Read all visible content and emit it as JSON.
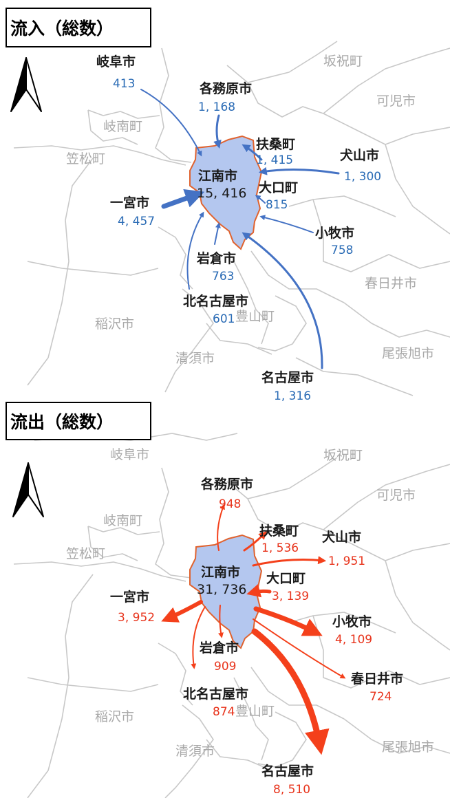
{
  "colors": {
    "inflow": "#4472c4",
    "outflow": "#f4401b",
    "inflow_text": "#2a6bb5",
    "outflow_text": "#e8341c",
    "center_fill": "#b4c7ef",
    "center_edge": "#e0622e",
    "basemap_label": "#a9a9a9"
  },
  "icons": {
    "north_arrow": "north-arrow-icon"
  },
  "inflow": {
    "title": "流入（総数）",
    "center": {
      "name": "江南市",
      "value": "15, 416"
    },
    "background_labels": [
      "坂祝町",
      "可児市",
      "岐南町",
      "笠松町",
      "春日井市",
      "稲沢市",
      "豊山町",
      "清須市",
      "尾張旭市"
    ],
    "flows": [
      {
        "name": "岐阜市",
        "value": "413"
      },
      {
        "name": "各務原市",
        "value": "1, 168"
      },
      {
        "name": "扶桑町",
        "value": "1, 415"
      },
      {
        "name": "犬山市",
        "value": "1, 300"
      },
      {
        "name": "大口町",
        "value": "815"
      },
      {
        "name": "一宮市",
        "value": "4, 457"
      },
      {
        "name": "小牧市",
        "value": "758"
      },
      {
        "name": "岩倉市",
        "value": "763"
      },
      {
        "name": "北名古屋市",
        "value": "601"
      },
      {
        "name": "名古屋市",
        "value": "1, 316"
      }
    ]
  },
  "outflow": {
    "title": "流出（総数）",
    "center": {
      "name": "江南市",
      "value": "31, 736"
    },
    "background_labels": [
      "岐阜市",
      "坂祝町",
      "可児市",
      "岐南町",
      "笠松町",
      "稲沢市",
      "豊山町",
      "清須市",
      "尾張旭市"
    ],
    "flows": [
      {
        "name": "各務原市",
        "value": "948"
      },
      {
        "name": "扶桑町",
        "value": "1, 536"
      },
      {
        "name": "犬山市",
        "value": "1, 951"
      },
      {
        "name": "大口町",
        "value": "3, 139"
      },
      {
        "name": "一宮市",
        "value": "3, 952"
      },
      {
        "name": "小牧市",
        "value": "4, 109"
      },
      {
        "name": "岩倉市",
        "value": "909"
      },
      {
        "name": "春日井市",
        "value": "724"
      },
      {
        "name": "北名古屋市",
        "value": "874"
      },
      {
        "name": "名古屋市",
        "value": "8, 510"
      }
    ]
  }
}
